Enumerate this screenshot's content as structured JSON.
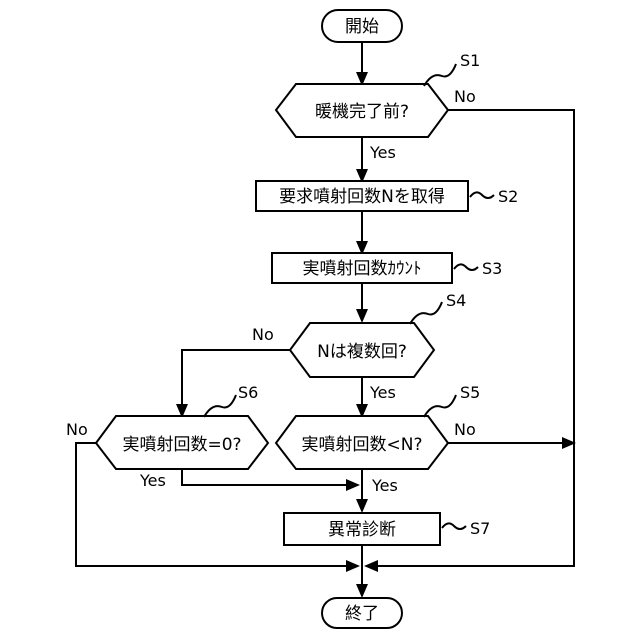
{
  "nodes": {
    "start": "開始",
    "s1": "暖機完了前?",
    "s2": "要求噴射回数Nを取得",
    "s3": "実噴射回数ｶｳﾝﾄ",
    "s4": "Nは複数回?",
    "s5": "実噴射回数<N?",
    "s6": "実噴射回数=0?",
    "s7": "異常診断",
    "end": "終了"
  },
  "steps": {
    "s1": "S1",
    "s2": "S2",
    "s3": "S3",
    "s4": "S4",
    "s5": "S5",
    "s6": "S6",
    "s7": "S7"
  },
  "branches": {
    "s1_yes": "Yes",
    "s1_no": "No",
    "s4_yes": "Yes",
    "s4_no": "No",
    "s5_yes": "Yes",
    "s5_no": "No",
    "s6_yes": "Yes",
    "s6_no": "No"
  }
}
